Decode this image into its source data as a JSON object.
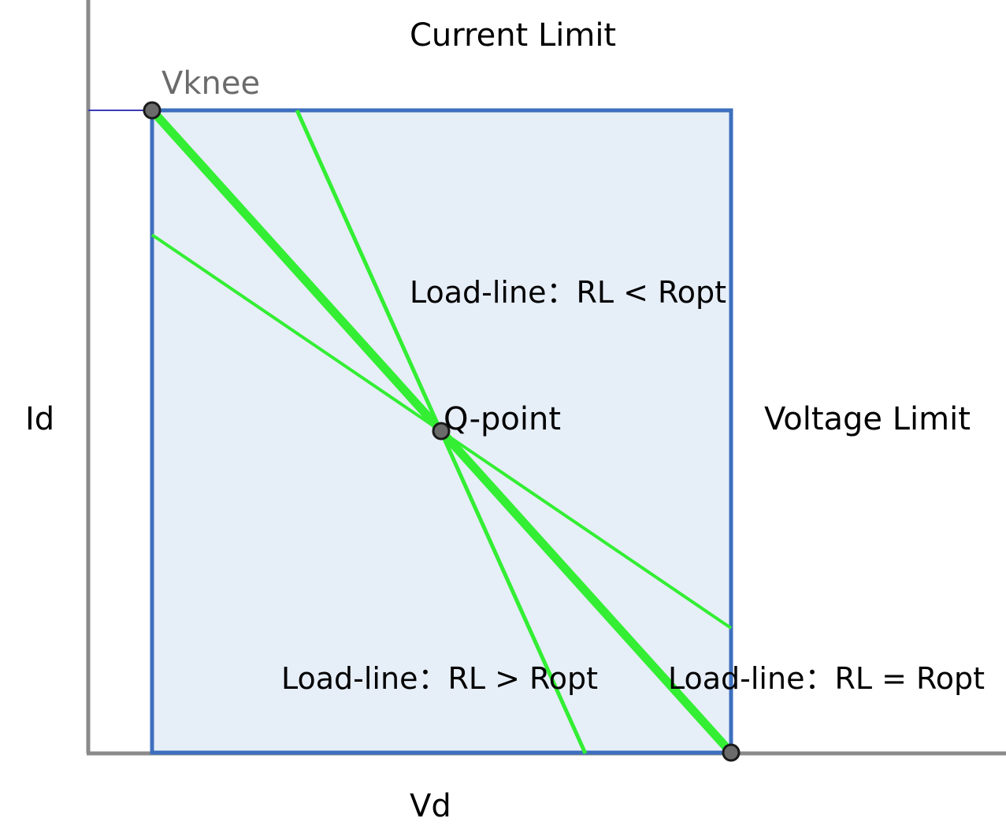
{
  "labels": {
    "current_limit": "Current Limit",
    "vknee": "Vknee",
    "load_line_low": "Load-line：RL < Ropt",
    "q_point": "Q-point",
    "voltage_limit": "Voltage Limit",
    "y_axis": "Id",
    "load_line_high": "Load-line：RL > Ropt",
    "load_line_opt": "Load-line：RL = Ropt",
    "x_axis": "Vd"
  },
  "colors": {
    "axis": "#8a8a8a",
    "region_fill": "#e6eef8",
    "region_stroke": "#3d6fbd",
    "load_line": "#33ee33",
    "point_fill": "#6b6b6b",
    "point_stroke": "#1a1a1a",
    "knee_tick": "#3a3ab8"
  }
}
